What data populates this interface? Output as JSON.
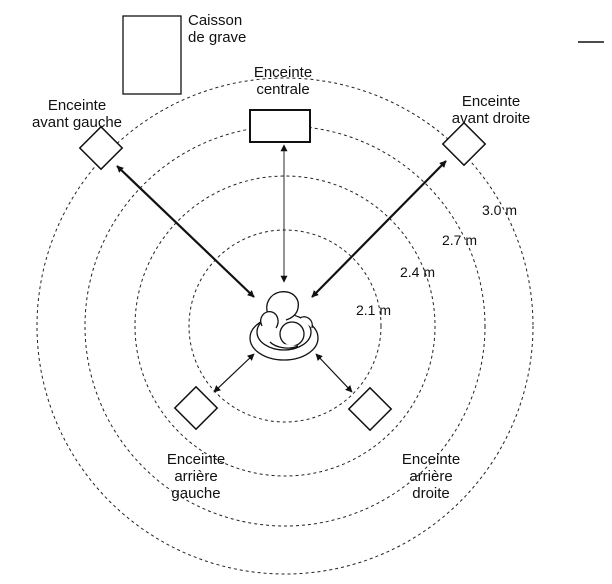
{
  "labels": {
    "subwoofer": [
      "Caisson",
      "de grave"
    ],
    "center": [
      "Enceinte",
      "centrale"
    ],
    "front_left": [
      "Enceinte",
      "avant gauche"
    ],
    "front_right": [
      "Enceinte",
      "avant droite"
    ],
    "rear_left": [
      "Enceinte",
      "arrière",
      "gauche"
    ],
    "rear_right": [
      "Enceinte",
      "arrière",
      "droite"
    ]
  },
  "distances": [
    "2.1 m",
    "2.4 m",
    "2.7 m",
    "3.0 m"
  ],
  "colors": {
    "ink": "#111111",
    "background": "#ffffff"
  },
  "icons": {
    "listener": "seated-listener-icon",
    "speaker": "speaker-box-icon"
  }
}
